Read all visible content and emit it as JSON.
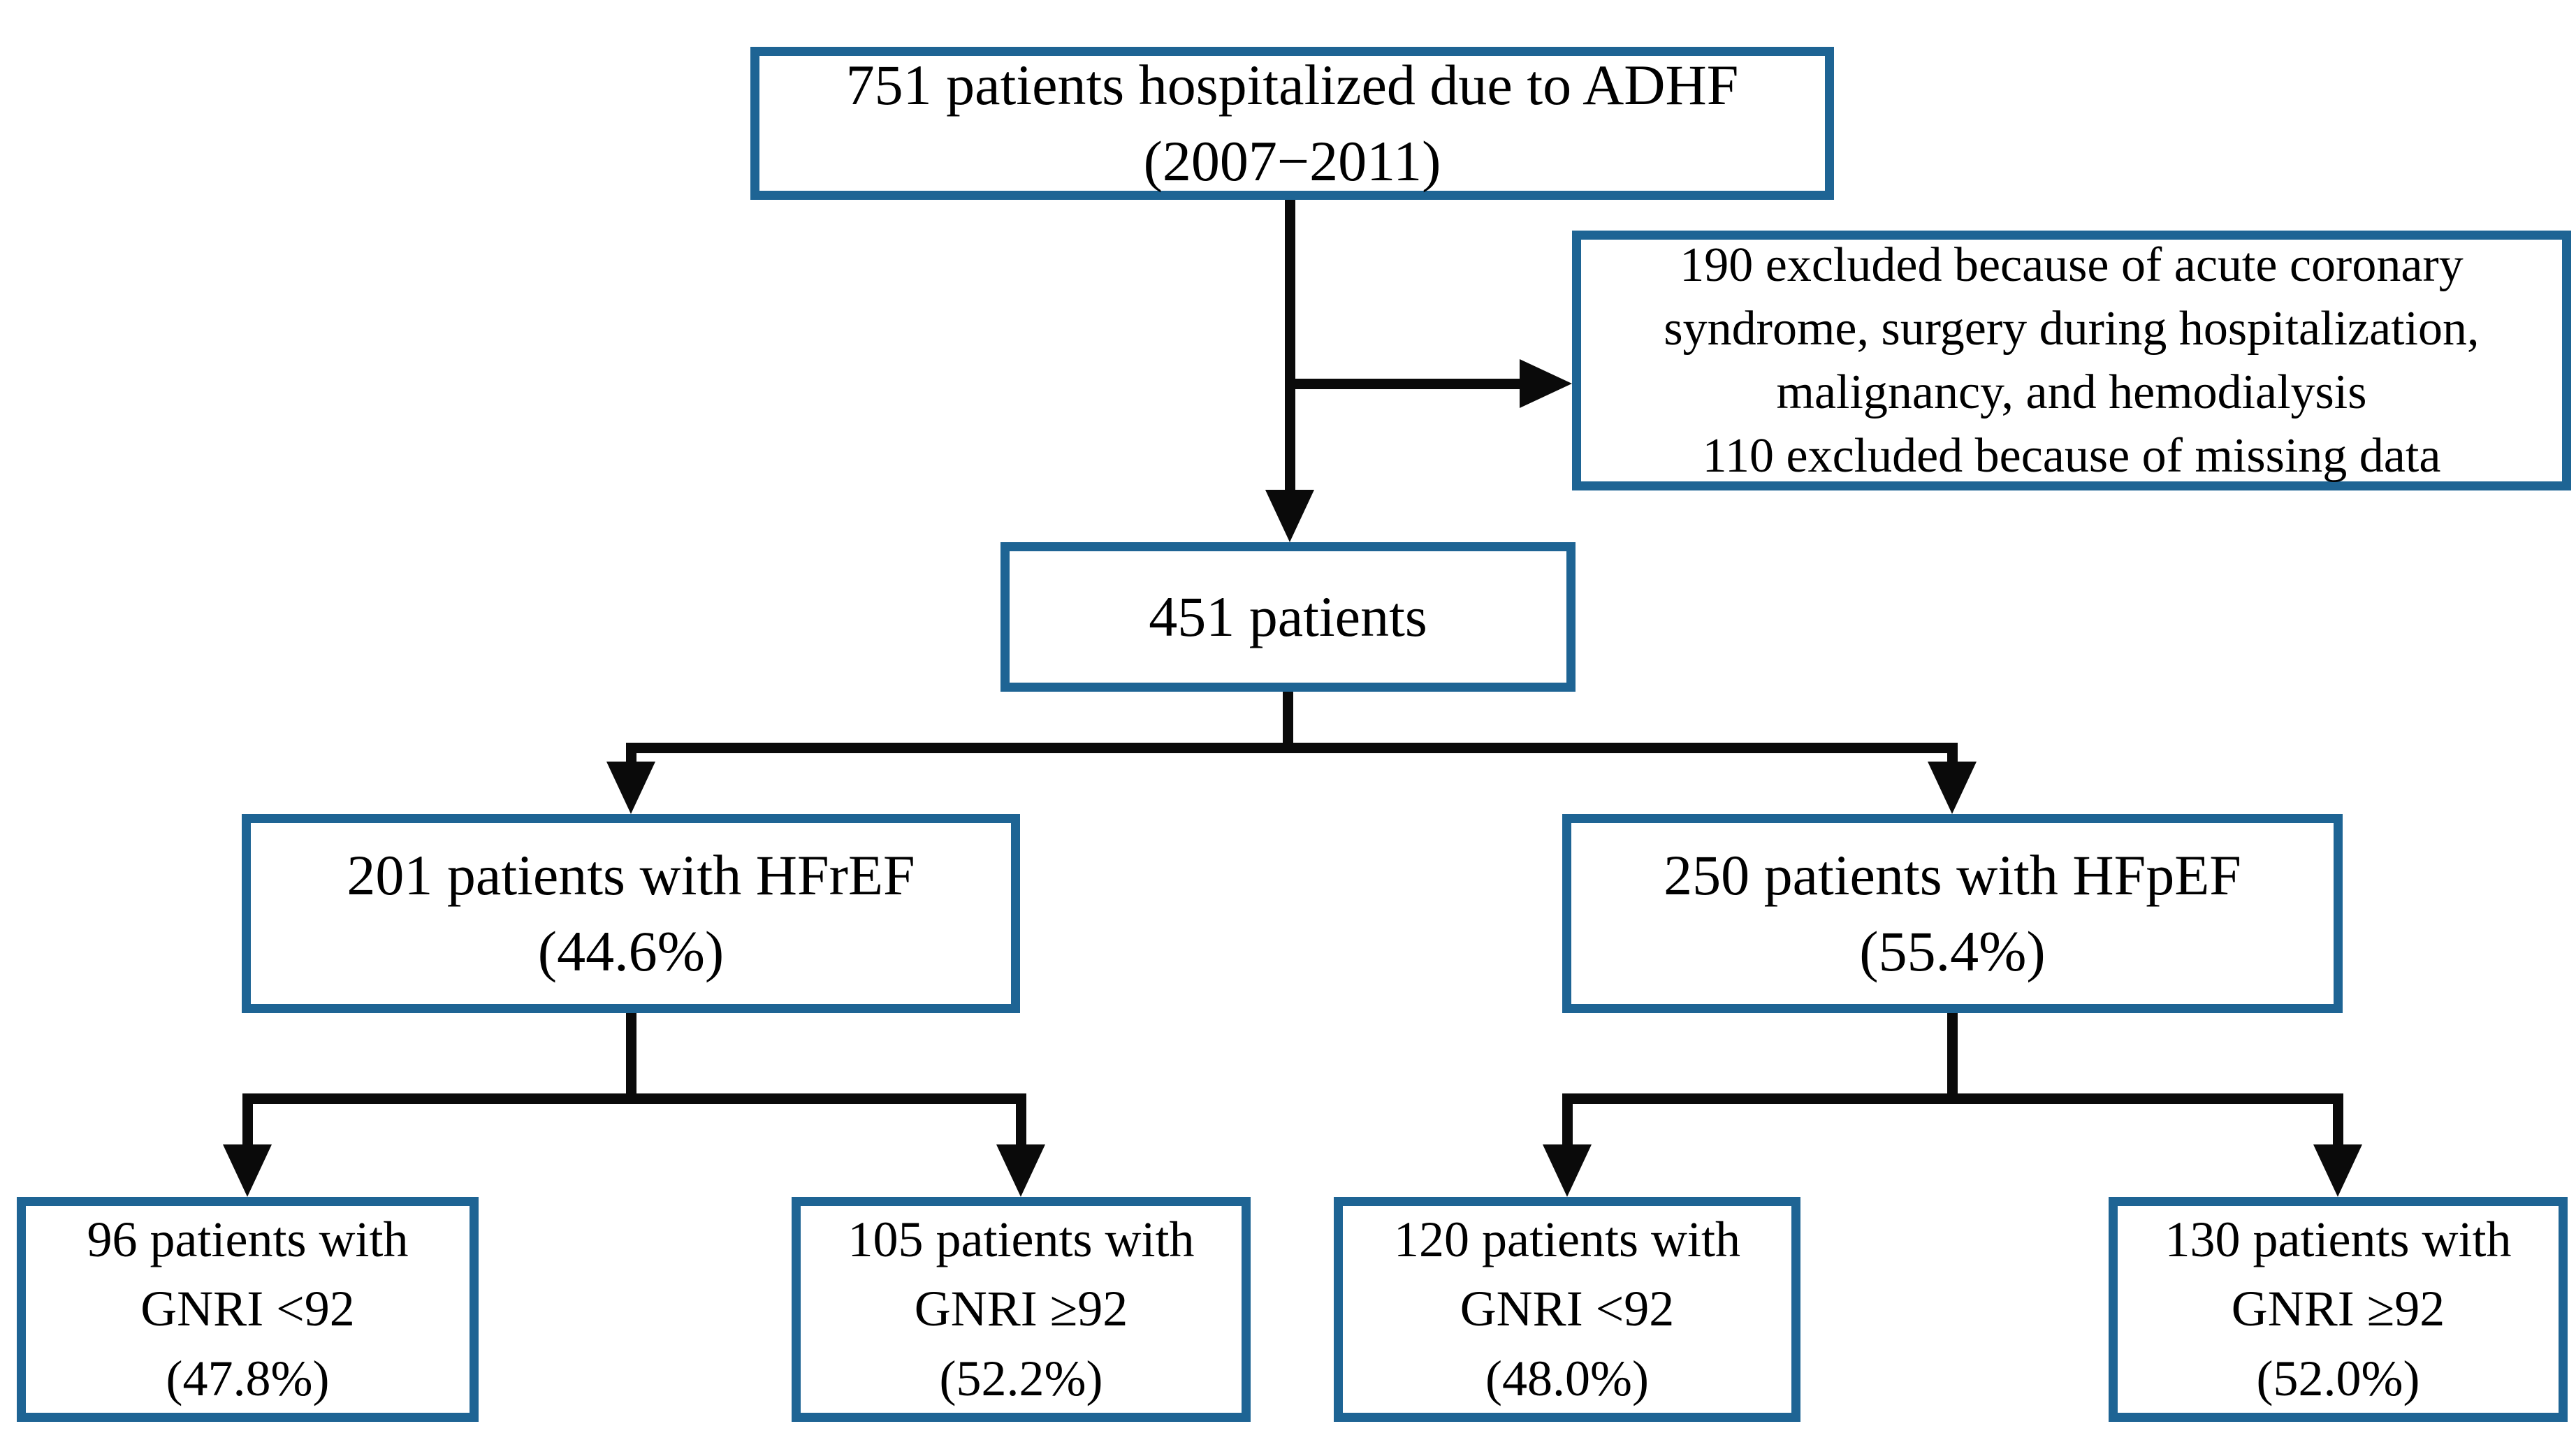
{
  "figure": {
    "type": "patient-flow-diagram",
    "colors": {
      "box_border": "#1e6494",
      "connector": "#0a0a0a",
      "text": "#000000",
      "background": "#ffffff"
    },
    "boxes": {
      "total": {
        "lines": [
          "751 patients hospitalized due to ADHF",
          "(2007−2011)"
        ]
      },
      "excluded": {
        "lines": [
          "190 excluded because of acute coronary",
          "syndrome, surgery during hospitalization,",
          "malignancy, and hemodialysis",
          "110 excluded because of missing data"
        ]
      },
      "eligible": {
        "lines": [
          "451 patients"
        ]
      },
      "hfref": {
        "lines": [
          "201 patients with HFrEF",
          "(44.6%)"
        ]
      },
      "hfpef": {
        "lines": [
          "250 patients with HFpEF",
          "(55.4%)"
        ]
      },
      "hfref_gnri_low": {
        "lines": [
          "96 patients with",
          "GNRI <92",
          "(47.8%)"
        ]
      },
      "hfref_gnri_high": {
        "lines": [
          "105 patients with",
          "GNRI ≥92",
          "(52.2%)"
        ]
      },
      "hfpef_gnri_low": {
        "lines": [
          "120 patients with",
          "GNRI <92",
          "(48.0%)"
        ]
      },
      "hfpef_gnri_high": {
        "lines": [
          "130 patients with",
          "GNRI ≥92",
          "(52.0%)"
        ]
      }
    }
  }
}
